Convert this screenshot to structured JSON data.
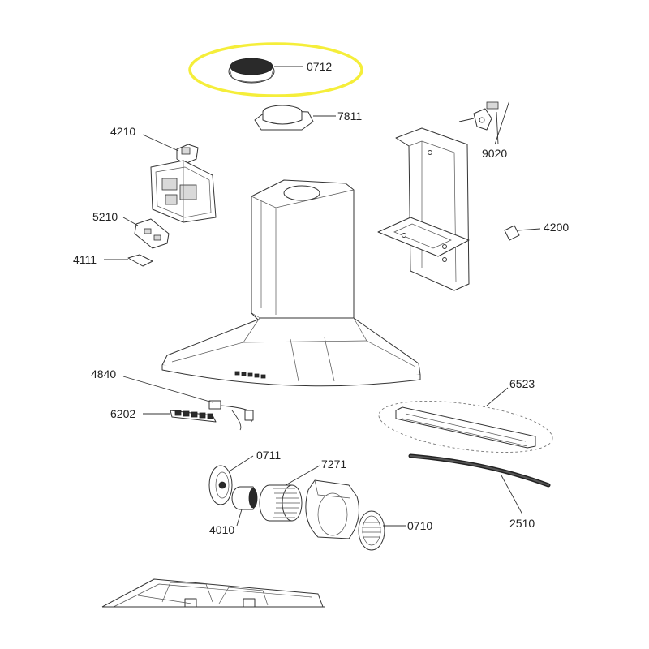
{
  "labels": {
    "p0712": "0712",
    "p7811": "7811",
    "p4210": "4210",
    "p9020": "9020",
    "p5210": "5210",
    "p4200": "4200",
    "p4111": "4111",
    "p4840": "4840",
    "p6523": "6523",
    "p6202": "6202",
    "p0711": "0711",
    "p7271": "7271",
    "p4010": "4010",
    "p0710": "0710",
    "p2510": "2510"
  },
  "colors": {
    "highlight": "#f5ee3a",
    "line": "#333333",
    "dashed_group": "#777777"
  },
  "highlighted_part": "0712"
}
